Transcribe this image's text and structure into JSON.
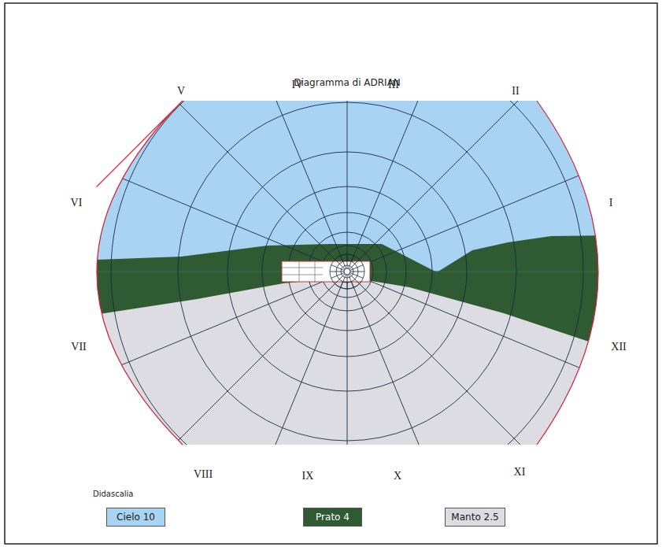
{
  "diagram": {
    "title": "Diagramma di ADRIAN",
    "labels": [
      "V",
      "IV",
      "III",
      "II",
      "VI",
      "I",
      "VII",
      "XII",
      "VIII",
      "IX",
      "X",
      "XI",
      "Didascalia"
    ],
    "legend": [
      {
        "text": "Cielo 10",
        "color": "#a9d3f3"
      },
      {
        "text": "Prato 4",
        "color": "#2f5a32"
      },
      {
        "text": "Manto 2.5",
        "color": "#dcdce2"
      }
    ]
  }
}
